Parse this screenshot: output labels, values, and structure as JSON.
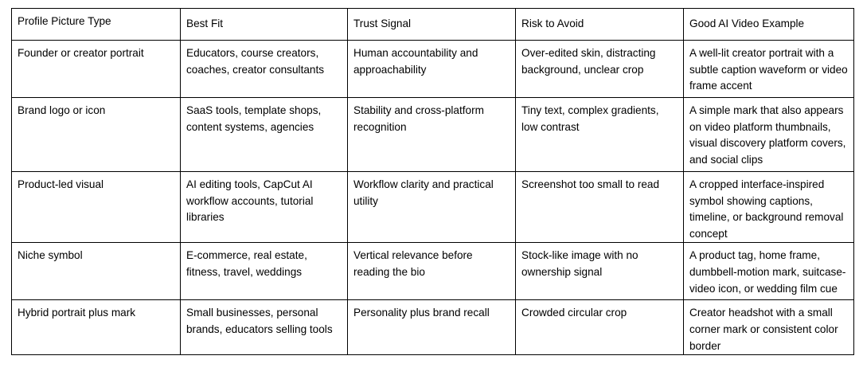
{
  "table": {
    "headers": [
      "Profile Picture Type",
      "Best Fit",
      "Trust Signal",
      "Risk to Avoid",
      "Good AI Video Example"
    ],
    "rows": [
      [
        "Founder or creator portrait",
        "Educators, course creators, coaches, creator consultants",
        "Human accountability and approachability",
        "Over-edited skin, distracting background, unclear crop",
        "A well-lit creator portrait with a subtle caption waveform or video frame accent"
      ],
      [
        "Brand logo or icon",
        "SaaS tools, template shops, content systems, agencies",
        "Stability and cross-platform recognition",
        "Tiny text, complex gradients, low contrast",
        "A simple mark that also appears on video platform thumbnails, visual discovery platform covers, and social clips"
      ],
      [
        "Product-led visual",
        "AI editing tools, CapCut AI workflow accounts, tutorial libraries",
        "Workflow clarity and practical utility",
        "Screenshot too small to read",
        "A cropped interface-inspired symbol showing captions, timeline, or background removal concept"
      ],
      [
        "Niche symbol",
        "E-commerce, real estate, fitness, travel, weddings",
        "Vertical relevance before reading the bio",
        "Stock-like image with no ownership signal",
        "A product tag, home frame, dumbbell-motion mark, suitcase-video icon, or wedding film cue"
      ],
      [
        "Hybrid portrait plus mark",
        "Small businesses, personal brands, educators selling tools",
        "Personality plus brand recall",
        "Crowded circular crop",
        "Creator headshot with a small corner mark or consistent color border"
      ]
    ]
  }
}
